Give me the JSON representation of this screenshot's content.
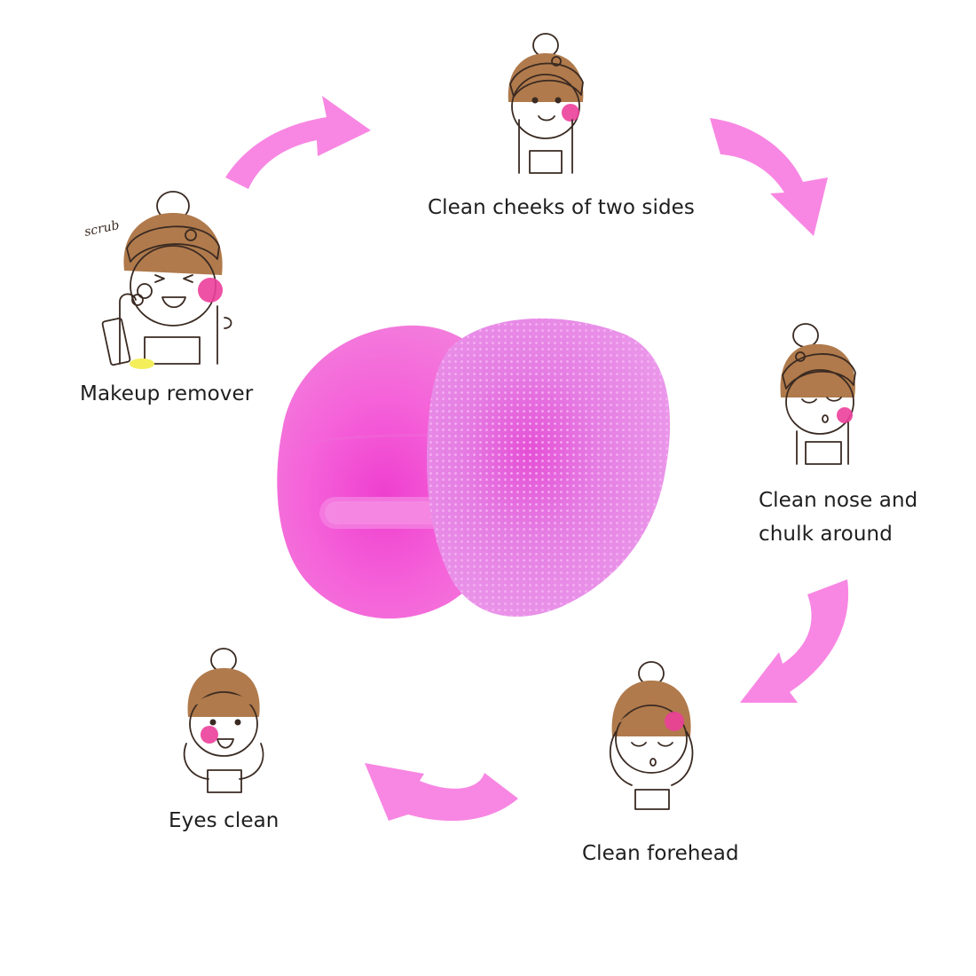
{
  "diagram": {
    "type": "cycle",
    "product": "silicone facial cleansing brush",
    "colors": {
      "arrow": "#f887e3",
      "brush_back": "#f35fd6",
      "brush_front": "#e77be4",
      "brush_bristle": "#f4a6f0",
      "sponge": "#ec3f9a",
      "hair": "#b07a4c",
      "headband": "#bfd9ee",
      "skin": "#fdf1ec",
      "towel": "#bcd8f0",
      "text": "#1e1e1e",
      "background": "#ffffff"
    },
    "steps": [
      {
        "id": "makeup-remover",
        "label": "Makeup remover",
        "annotation": "scrub"
      },
      {
        "id": "clean-cheeks",
        "label": "Clean cheeks of two sides"
      },
      {
        "id": "clean-nose",
        "label_lines": [
          "Clean nose and",
          "chulk around"
        ]
      },
      {
        "id": "clean-forehead",
        "label": "Clean forehead"
      },
      {
        "id": "eyes-clean",
        "label": "Eyes clean"
      }
    ],
    "arrows": [
      {
        "from": "makeup-remover",
        "to": "clean-cheeks",
        "direction": "right-up"
      },
      {
        "from": "clean-cheeks",
        "to": "clean-nose",
        "direction": "right-down"
      },
      {
        "from": "clean-nose",
        "to": "clean-forehead",
        "direction": "left-down"
      },
      {
        "from": "clean-forehead",
        "to": "eyes-clean",
        "direction": "left"
      }
    ]
  }
}
